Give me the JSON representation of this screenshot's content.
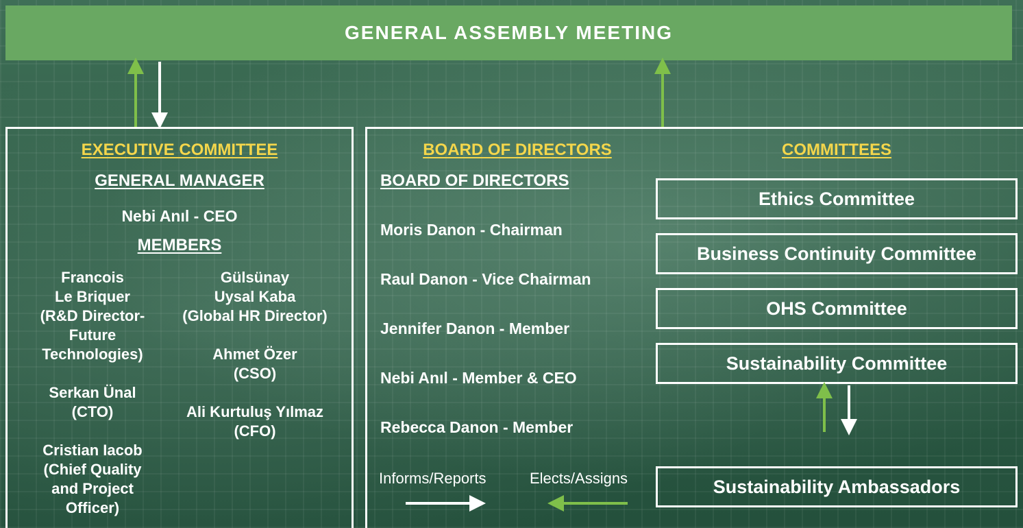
{
  "header": {
    "title": "GENERAL ASSEMBLY MEETING"
  },
  "executive": {
    "title": "EXECUTIVE COMMITTEE",
    "general_manager_heading": "GENERAL MANAGER",
    "general_manager": "Nebi Anıl - CEO",
    "members_heading": "MEMBERS",
    "members_left": [
      {
        "lines": [
          "Francois",
          "Le Briquer",
          "(R&D Director-",
          "Future",
          "Technologies)"
        ]
      },
      {
        "lines": [
          "Serkan Ünal",
          "(CTO)"
        ]
      },
      {
        "lines": [
          "Cristian Iacob",
          "(Chief Quality",
          "and Project",
          "Officer)"
        ]
      }
    ],
    "members_right": [
      {
        "lines": [
          "Gülsünay",
          "Uysal Kaba",
          "(Global HR Director)"
        ]
      },
      {
        "lines": [
          "Ahmet Özer",
          "(CSO)"
        ]
      },
      {
        "lines": [
          "Ali Kurtuluş Yılmaz",
          "(CFO)"
        ]
      }
    ]
  },
  "board": {
    "title": "BOARD OF DIRECTORS",
    "heading": "BOARD OF DIRECTORS",
    "members": [
      "Moris Danon - Chairman",
      "Raul Danon - Vice Chairman",
      "Jennifer Danon - Member",
      "Nebi Anıl - Member & CEO",
      "Rebecca Danon - Member"
    ]
  },
  "committees": {
    "title": "COMMITTEES",
    "items": [
      "Ethics Committee",
      "Business Continuity Committee",
      "OHS Committee",
      "Sustainability Committee"
    ],
    "ambassadors": "Sustainability Ambassadors"
  },
  "legend": {
    "informs": "Informs/Reports",
    "elects": "Elects/Assigns"
  },
  "colors": {
    "accent_green": "#69a862",
    "heading_yellow": "#f4d64b",
    "background": "#2f5f49",
    "line_white": "#ffffff"
  }
}
